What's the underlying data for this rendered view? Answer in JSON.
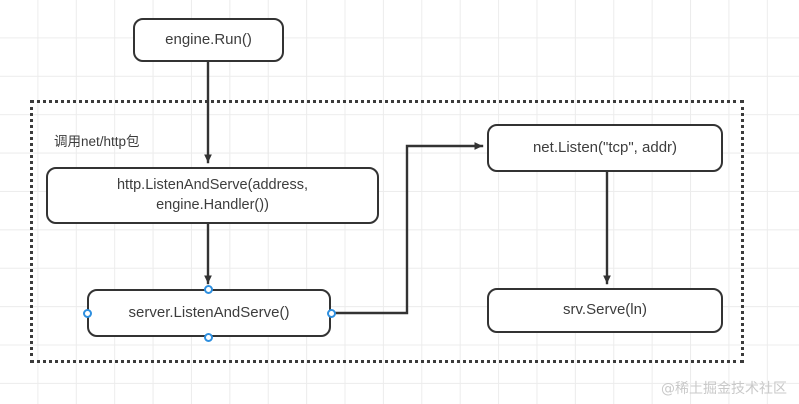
{
  "diagram": {
    "group": {
      "label": "调用net/http包"
    },
    "nodes": {
      "engine_run": "engine.Run()",
      "http_listen_and_serve": "http.ListenAndServe(address,\nengine.Handler())",
      "server_listen_and_serve": "server.ListenAndServe()",
      "net_listen": "net.Listen(\"tcp\", addr)",
      "srv_serve": "srv.Serve(ln)"
    },
    "colors": {
      "node_border": "#333333",
      "node_fill": "#ffffff",
      "text": "#3d3d3d",
      "group_border": "#3b3b3b",
      "handle_accent": "#2e8fdf",
      "grid_line": "#ececec",
      "watermark": "#c9c9c9"
    }
  },
  "watermark": {
    "text": "@稀土掘金技术社区"
  }
}
